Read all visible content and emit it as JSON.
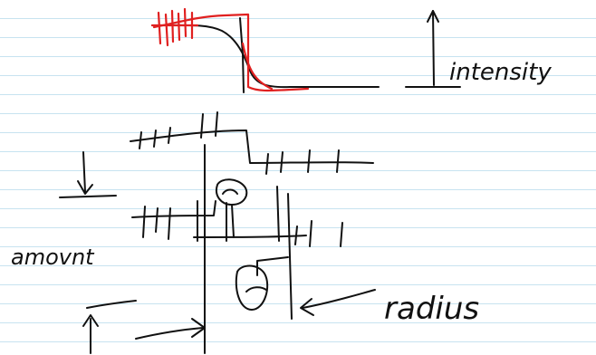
{
  "labels": {
    "intensity": "intensity",
    "amount": "amovnt",
    "radius": "radius"
  },
  "colors": {
    "ink": "#111111",
    "red_ink": "#e02020",
    "notebook_line": "#c7e3f0"
  }
}
